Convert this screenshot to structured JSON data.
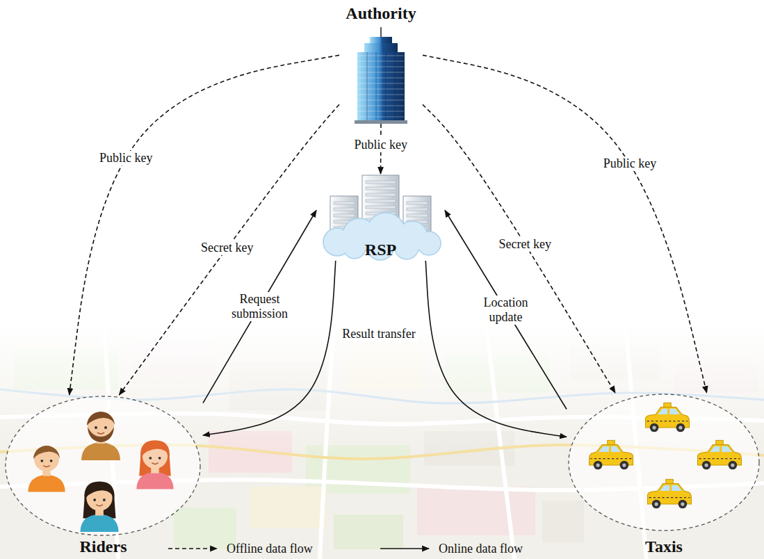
{
  "diagram": {
    "nodes": [
      {
        "text": [
          "Authority"
        ]
      },
      {
        "text": [
          "RSP"
        ]
      },
      {
        "text": [
          "Riders"
        ]
      },
      {
        "text": [
          "Taxis"
        ]
      }
    ],
    "edges": [
      {
        "from": 0,
        "to": 2,
        "label": "Public key",
        "arrow": "to"
      },
      {
        "from": 0,
        "to": 2,
        "label": "Secret key",
        "arrow": "to"
      },
      {
        "from": 0,
        "to": 1,
        "label": "Public key",
        "arrow": "to"
      },
      {
        "from": 0,
        "to": 3,
        "label": "Secret key",
        "arrow": "to"
      },
      {
        "from": 0,
        "to": 3,
        "label": "Public key",
        "arrow": "to"
      },
      {
        "from": 2,
        "to": 1,
        "label": "Request submission",
        "arrow": "to"
      },
      {
        "from": 3,
        "to": 1,
        "label": "Location update",
        "arrow": "to"
      },
      {
        "from": 1,
        "to": 2,
        "label": "Result transfer",
        "arrow": "to"
      },
      {
        "from": 1,
        "to": 3,
        "arrow": "to"
      }
    ],
    "legend": [
      {
        "text": "Offline data flow"
      },
      {
        "text": "Online data flow"
      }
    ]
  }
}
